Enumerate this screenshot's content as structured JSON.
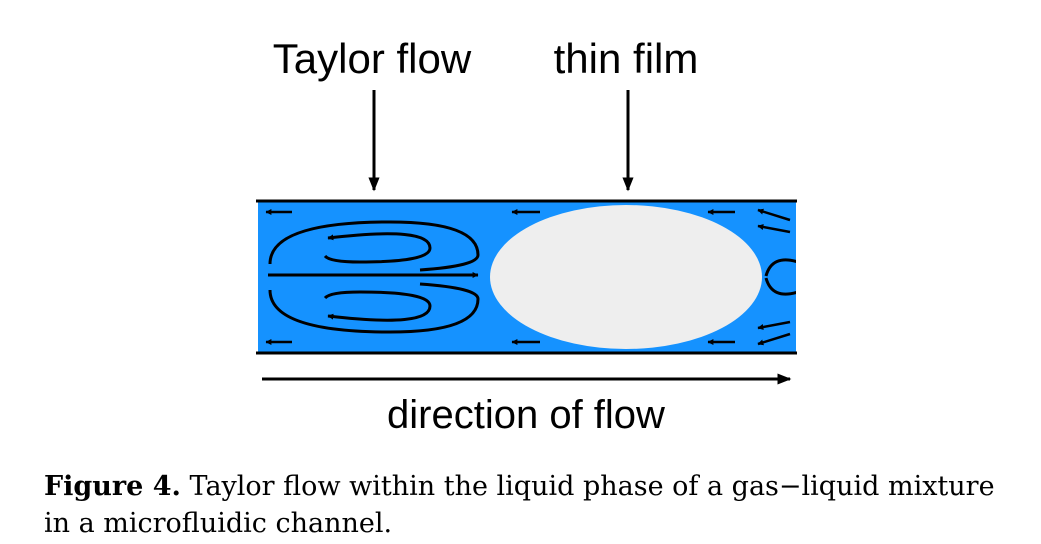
{
  "labels": {
    "taylor_flow": "Taylor flow",
    "thin_film": "thin film",
    "direction": "direction of flow"
  },
  "caption": {
    "label": "Figure 4.",
    "text": "Taylor flow within the liquid phase of a gas−liquid mixture in a microfluidic channel."
  },
  "colors": {
    "liquid": "#1592ff",
    "gas_bubble": "#eeeeee",
    "lines": "#000000"
  }
}
